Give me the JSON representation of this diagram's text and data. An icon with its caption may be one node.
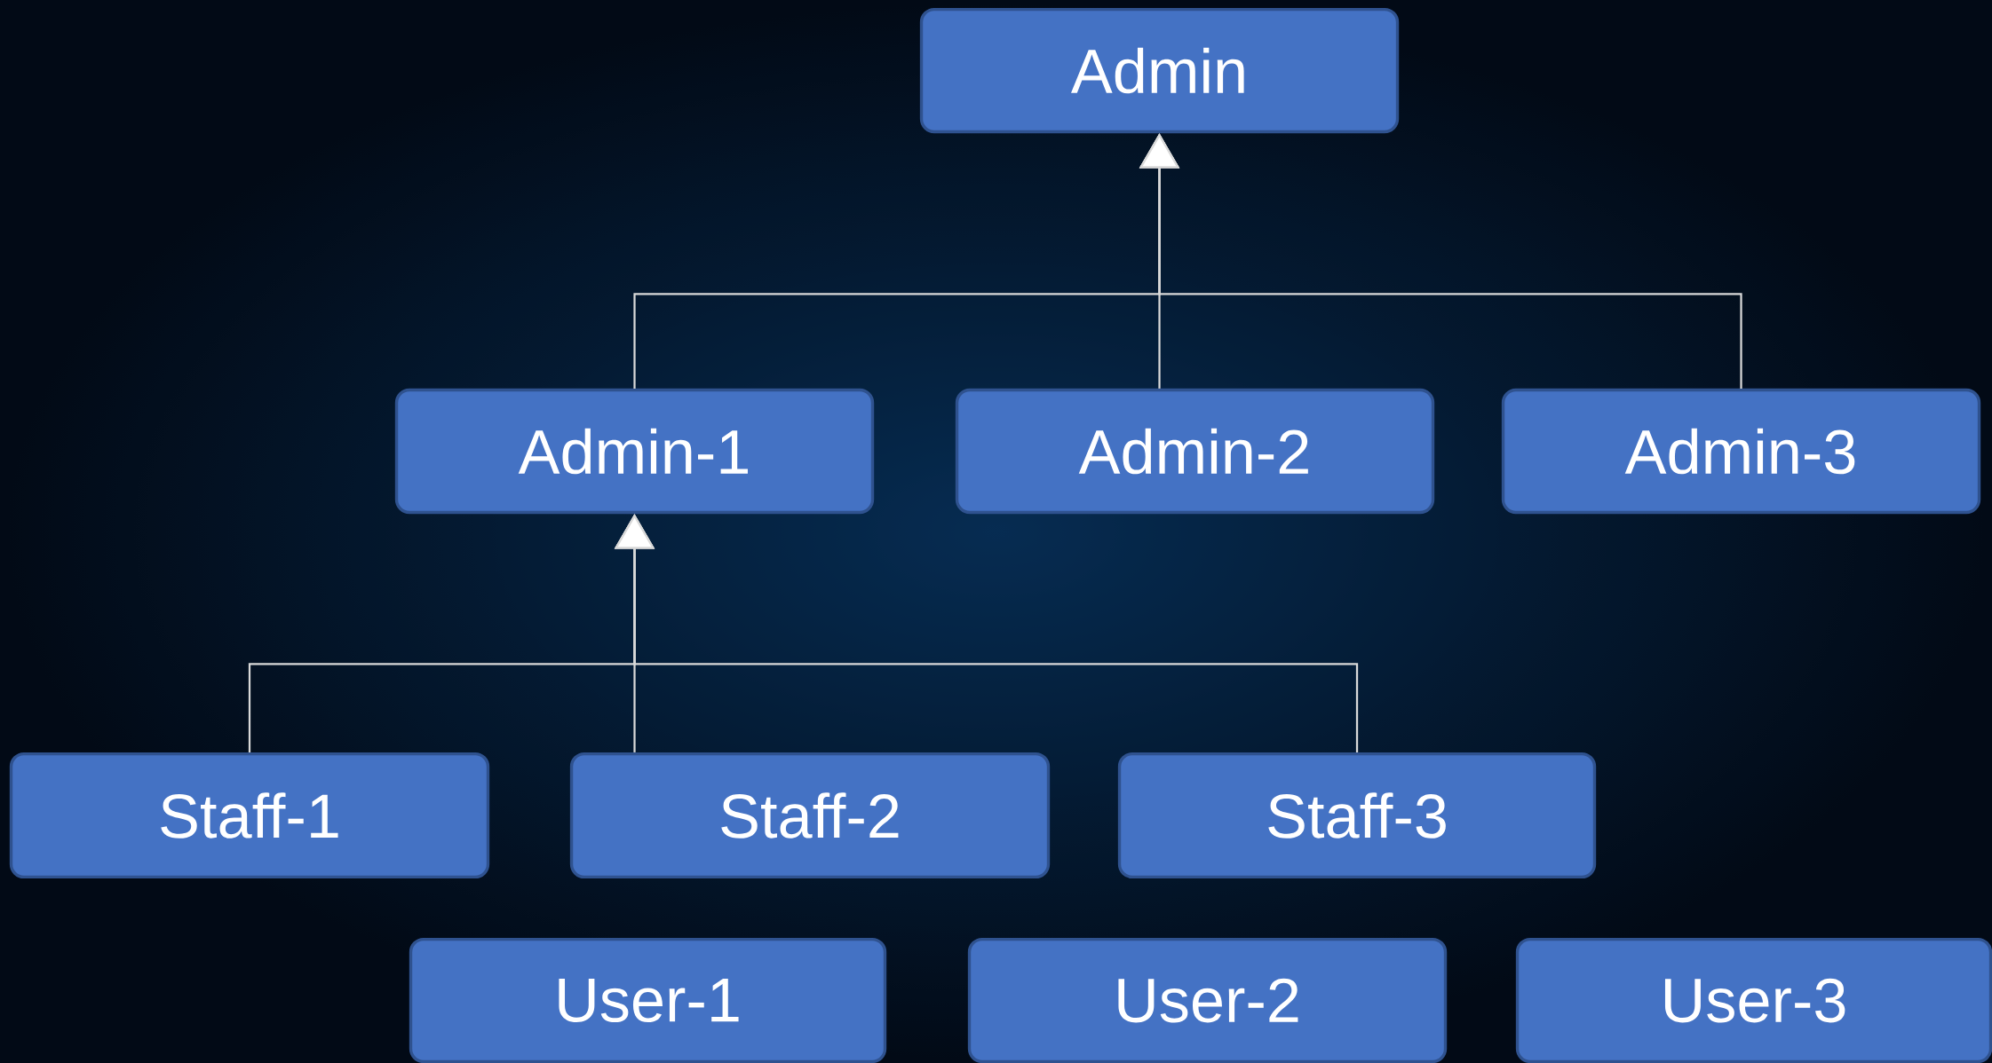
{
  "diagram": {
    "nodes": [
      {
        "text": [
          "Admin"
        ]
      },
      {
        "text": [
          "Admin-1"
        ]
      },
      {
        "text": [
          "Admin-2"
        ]
      },
      {
        "text": [
          "Admin-3"
        ]
      },
      {
        "text": [
          "Staff-1"
        ]
      },
      {
        "text": [
          "Staff-2"
        ]
      },
      {
        "text": [
          "Staff-3"
        ]
      },
      {
        "text": [
          "User-1"
        ]
      },
      {
        "text": [
          "User-2"
        ]
      },
      {
        "text": [
          "User-3"
        ]
      }
    ],
    "edges": [
      {
        "from": 1,
        "to": 0,
        "arrow": "to"
      },
      {
        "from": 2,
        "to": 0,
        "arrow": "to"
      },
      {
        "from": 3,
        "to": 0,
        "arrow": "to"
      },
      {
        "from": 4,
        "to": 1,
        "arrow": "to"
      },
      {
        "from": 5,
        "to": 1,
        "arrow": "to"
      },
      {
        "from": 6,
        "to": 1,
        "arrow": "to"
      }
    ]
  }
}
